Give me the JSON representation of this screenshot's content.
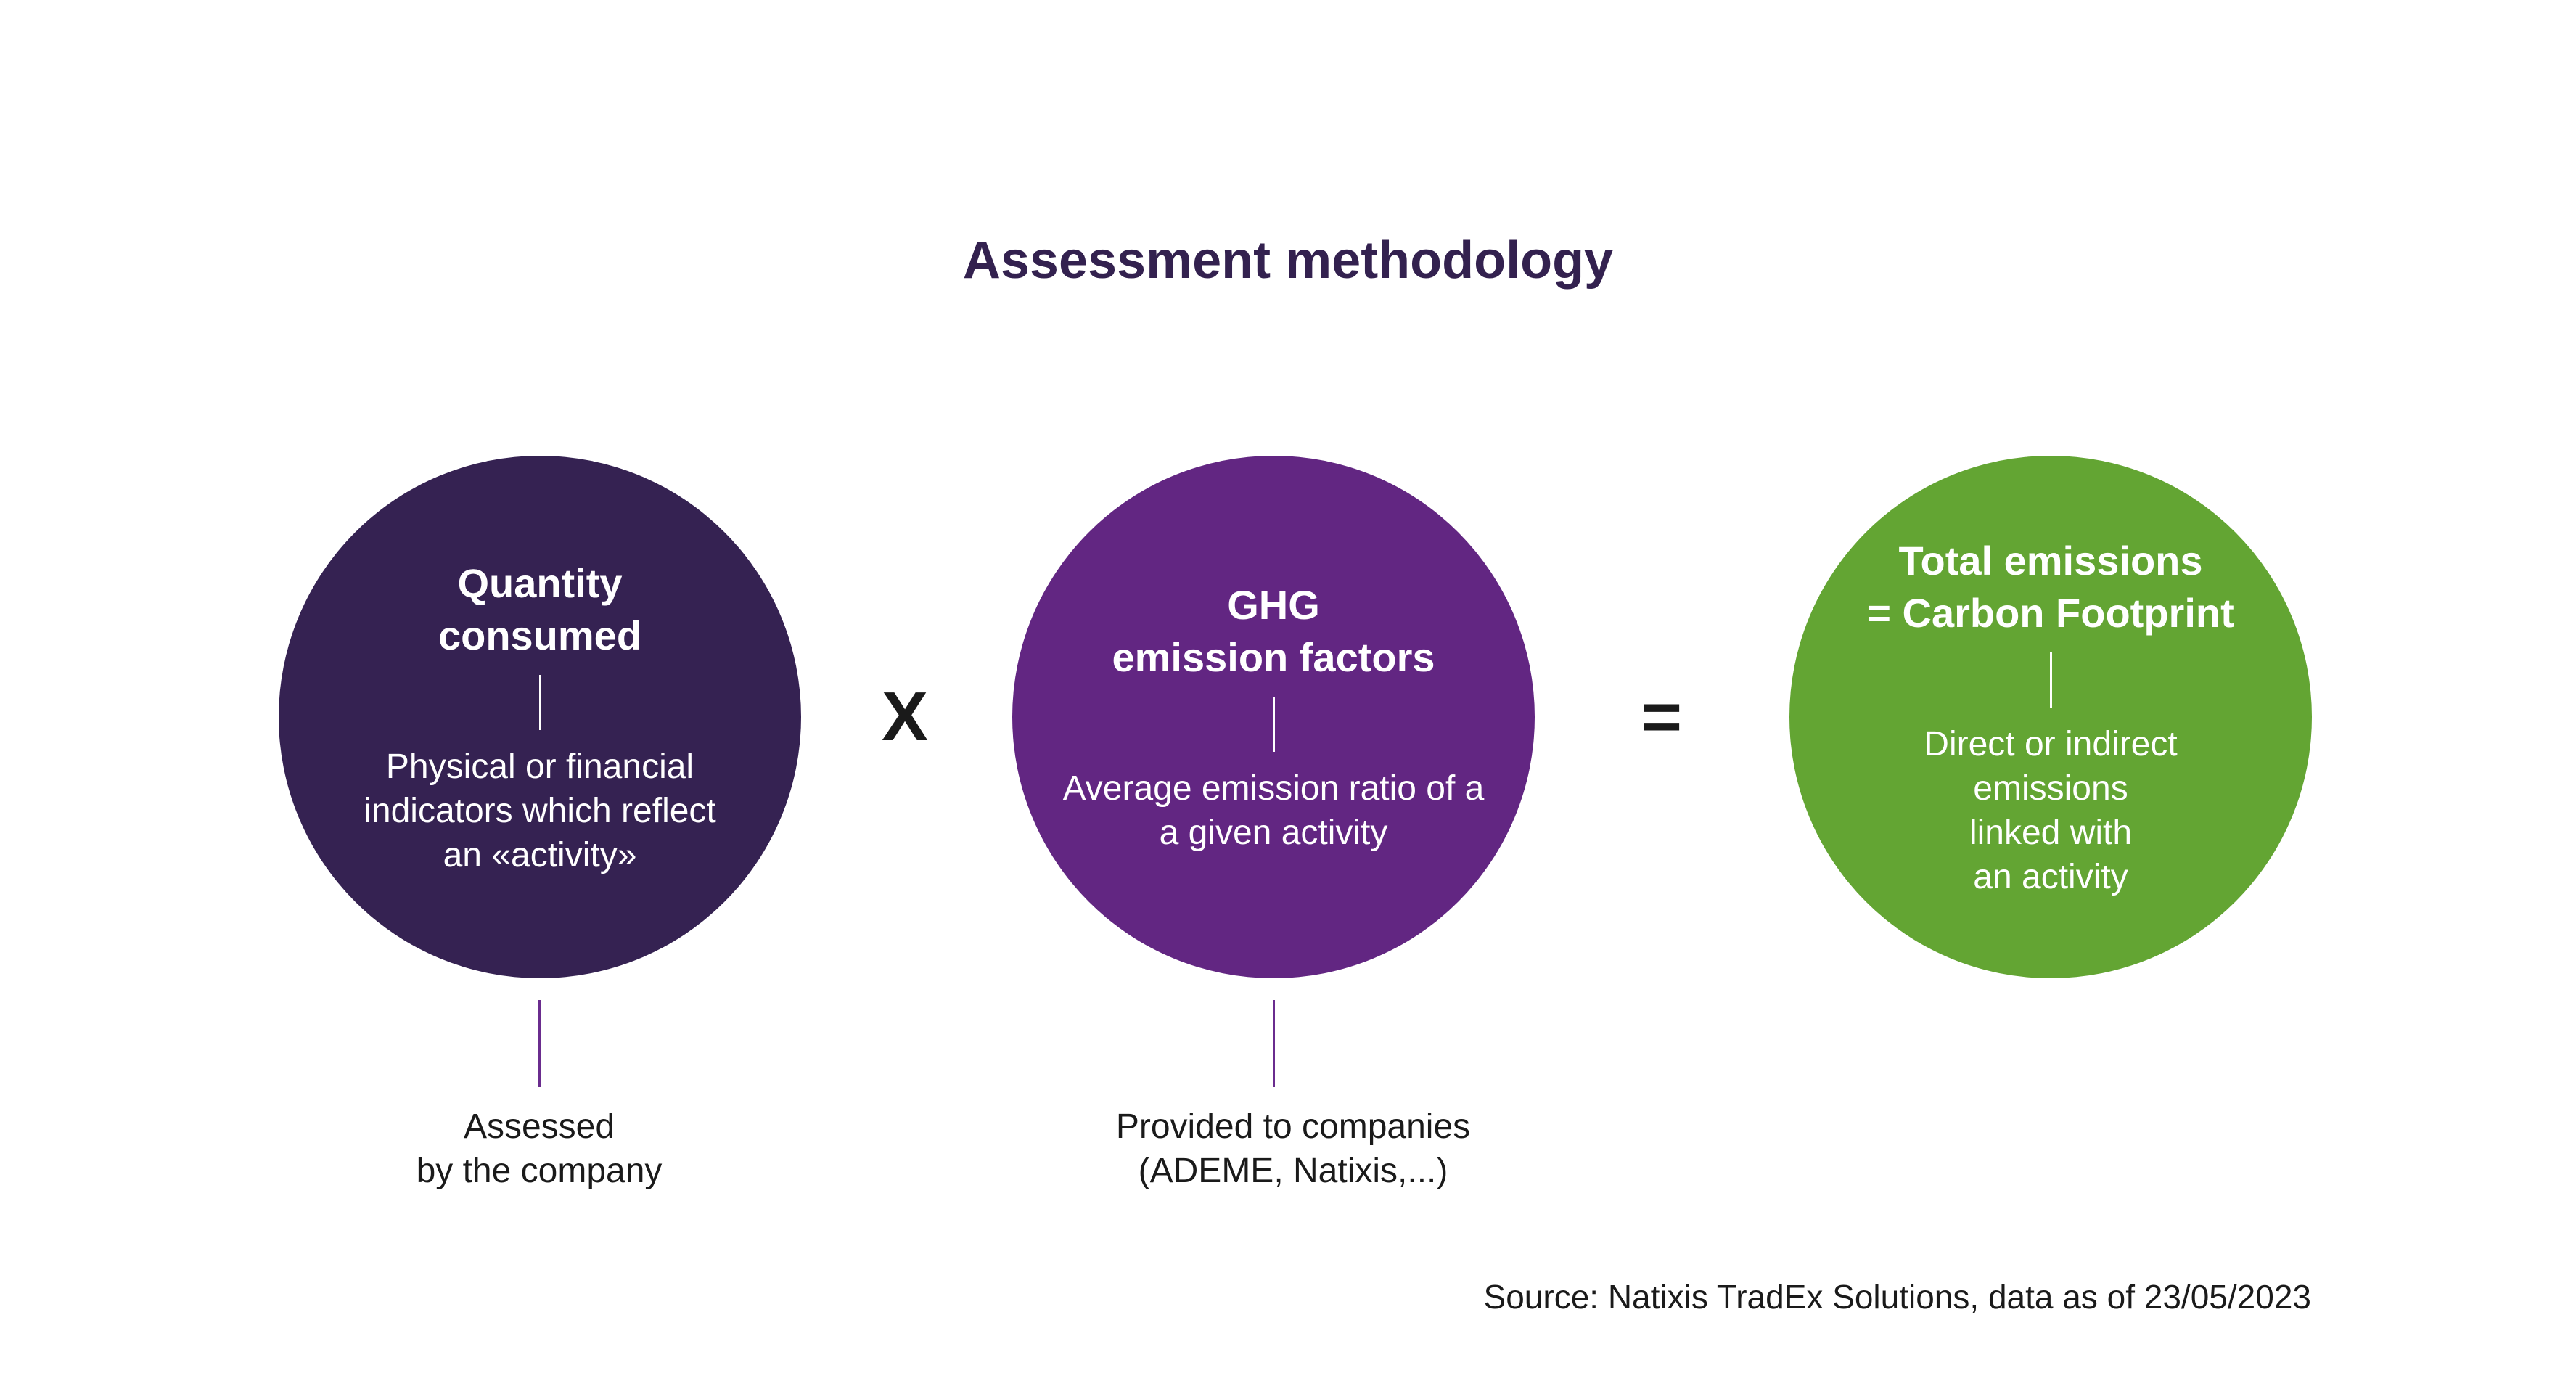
{
  "title": "Assessment methodology",
  "colors": {
    "title": "#33214f",
    "circle_quantity": "#352252",
    "circle_factors": "#622682",
    "circle_total": "#63a533",
    "connector": "#6a2c8e"
  },
  "circles": [
    {
      "heading": "Quantity\nconsumed",
      "description": "Physical or financial\nindicators which reflect\nan «activity»"
    },
    {
      "heading": "GHG\nemission factors",
      "description": "Average emission ratio of a\na given activity"
    },
    {
      "heading": "Total emissions\n= Carbon Footprint",
      "description": "Direct or indirect\nemissions\nlinked with\n an activity"
    }
  ],
  "operators": {
    "multiply": "X",
    "equals": "="
  },
  "notes": [
    "Assessed\nby the company",
    "Provided to companies\n(ADEME, Natixis,...)"
  ],
  "source": "Source: Natixis TradEx Solutions, data as of 23/05/2023"
}
